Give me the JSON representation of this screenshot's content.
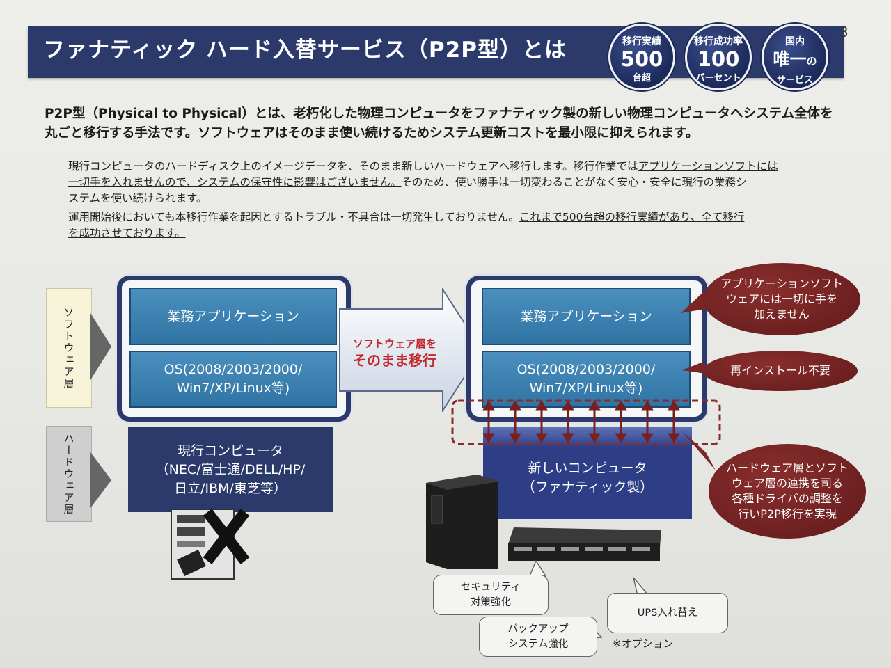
{
  "page_number": "3",
  "title": "ファナティック ハード入替サービス（P2P型）とは",
  "badges": [
    {
      "top": "移行実績",
      "main": "500",
      "bottom": "台超"
    },
    {
      "top": "移行成功率",
      "main": "100",
      "bottom": "パーセント"
    },
    {
      "top": "国内",
      "main": "唯一",
      "main_suffix": "の",
      "bottom": "サービス"
    }
  ],
  "intro": {
    "line1": "P2P型（Physical to Physical）とは、老朽化した物理コンピュータをファナティック製の新しい物理コンピュータへシステム全体を",
    "line2": "丸ごと移行する手法です。ソフトウェアはそのまま使い続けるためシステム更新コストを最小限に抑えられます。"
  },
  "para1": {
    "line1_a": "現行コンピュータのハードディスク上のイメージデータを、そのまま新しいハードウェアへ移行します。移行作業では",
    "line1_b": "アプリケーションソフトには",
    "line2_a": "一切手を入れませんので、システムの保守性に影響はございません。",
    "line2_b": "そのため、使い勝手は一切変わることがなく安心・安全に現行の業務シ",
    "line3": "ステムを使い続けられます。"
  },
  "para2": {
    "line1_a": "運用開始後においても本移行作業を起因とするトラブル・不具合は一切発生しておりません。",
    "line1_b": "これまで500台超の移行実績があり、全て移行",
    "line2": "を成功させております。"
  },
  "diagram": {
    "software_layer_label": "ソフトウェア層",
    "hardware_layer_label": "ハードウェア層",
    "left_app": "業務アプリケーション",
    "left_os_line1": "OS(2008/2003/2000/",
    "left_os_line2": "Win7/XP/Linux等)",
    "left_hw_line1": "現行コンピュータ",
    "left_hw_line2": "（NEC/富士通/DELL/HP/",
    "left_hw_line3": "日立/IBM/東芝等）",
    "arrow_line1": "ソフトウェア層を",
    "arrow_line2": "そのまま移行",
    "right_app": "業務アプリケーション",
    "right_os_line1": "OS(2008/2003/2000/",
    "right_os_line2": "Win7/XP/Linux等)",
    "right_hw_line1": "新しいコンピュータ",
    "right_hw_line2": "（ファナティック製）",
    "bubble1_line1": "アプリケーションソフト",
    "bubble1_line2": "ウェアには一切に手を",
    "bubble1_line3": "加えません",
    "bubble2": "再インストール不要",
    "bubble3_line1": "ハードウェア層とソフト",
    "bubble3_line2": "ウェア層の連携を司る",
    "bubble3_line3": "各種ドライバの調整を",
    "bubble3_line4": "行いP2P移行を実現",
    "callout_security_line1": "セキュリティ",
    "callout_security_line2": "対策強化",
    "callout_backup_line1": "バックアップ",
    "callout_backup_line2": "システム強化",
    "callout_ups": "UPS入れ替え",
    "option_note": "※オプション"
  },
  "colors": {
    "navy": "#2b3a6b",
    "steel_blue": "#3a82b2",
    "maroon": "#7a2626"
  }
}
